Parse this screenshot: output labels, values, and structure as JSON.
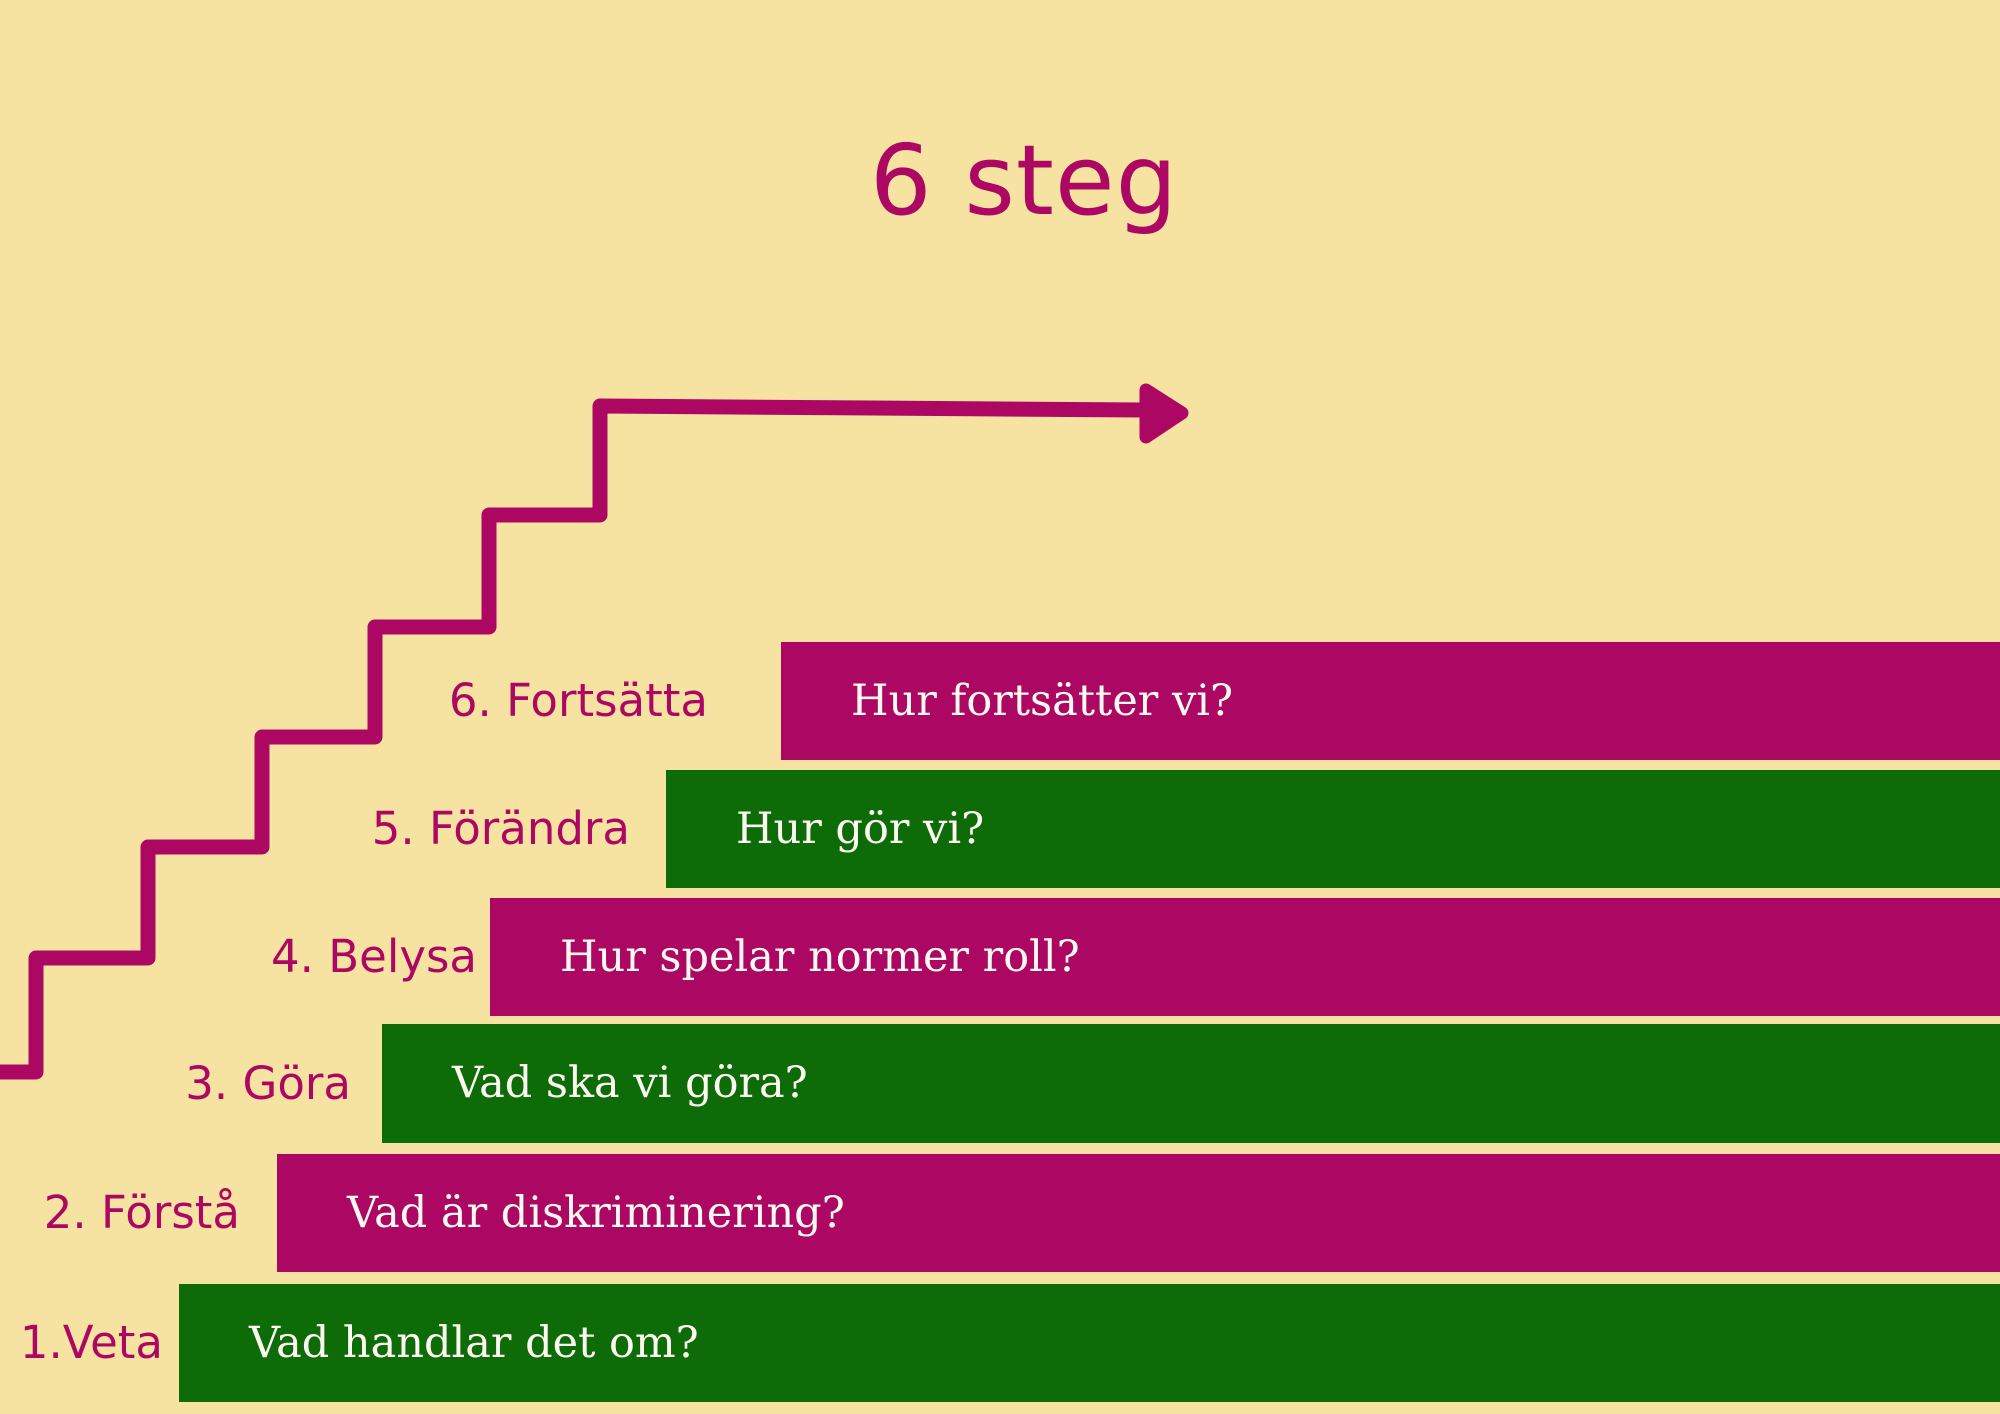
{
  "title": "6 steg",
  "colors": {
    "background": "#f6e3a2",
    "magenta": "#ac0863",
    "green": "#0d6b08",
    "question_text": "#fcfaf0"
  },
  "steps": [
    {
      "number": 6,
      "label": "6. Fortsätta",
      "question": "Hur fortsätter vi?",
      "bar_color": "magenta"
    },
    {
      "number": 5,
      "label": "5. Förändra",
      "question": "Hur gör vi?",
      "bar_color": "green"
    },
    {
      "number": 4,
      "label": "4. Belysa",
      "question": "Hur spelar normer roll?",
      "bar_color": "magenta"
    },
    {
      "number": 3,
      "label": "3. Göra",
      "question": "Vad ska vi göra?",
      "bar_color": "green"
    },
    {
      "number": 2,
      "label": "2. Förstå",
      "question": "Vad är diskriminering?",
      "bar_color": "magenta"
    },
    {
      "number": 1,
      "label": "1.Veta",
      "question": "Vad handlar det om?",
      "bar_color": "green"
    }
  ]
}
